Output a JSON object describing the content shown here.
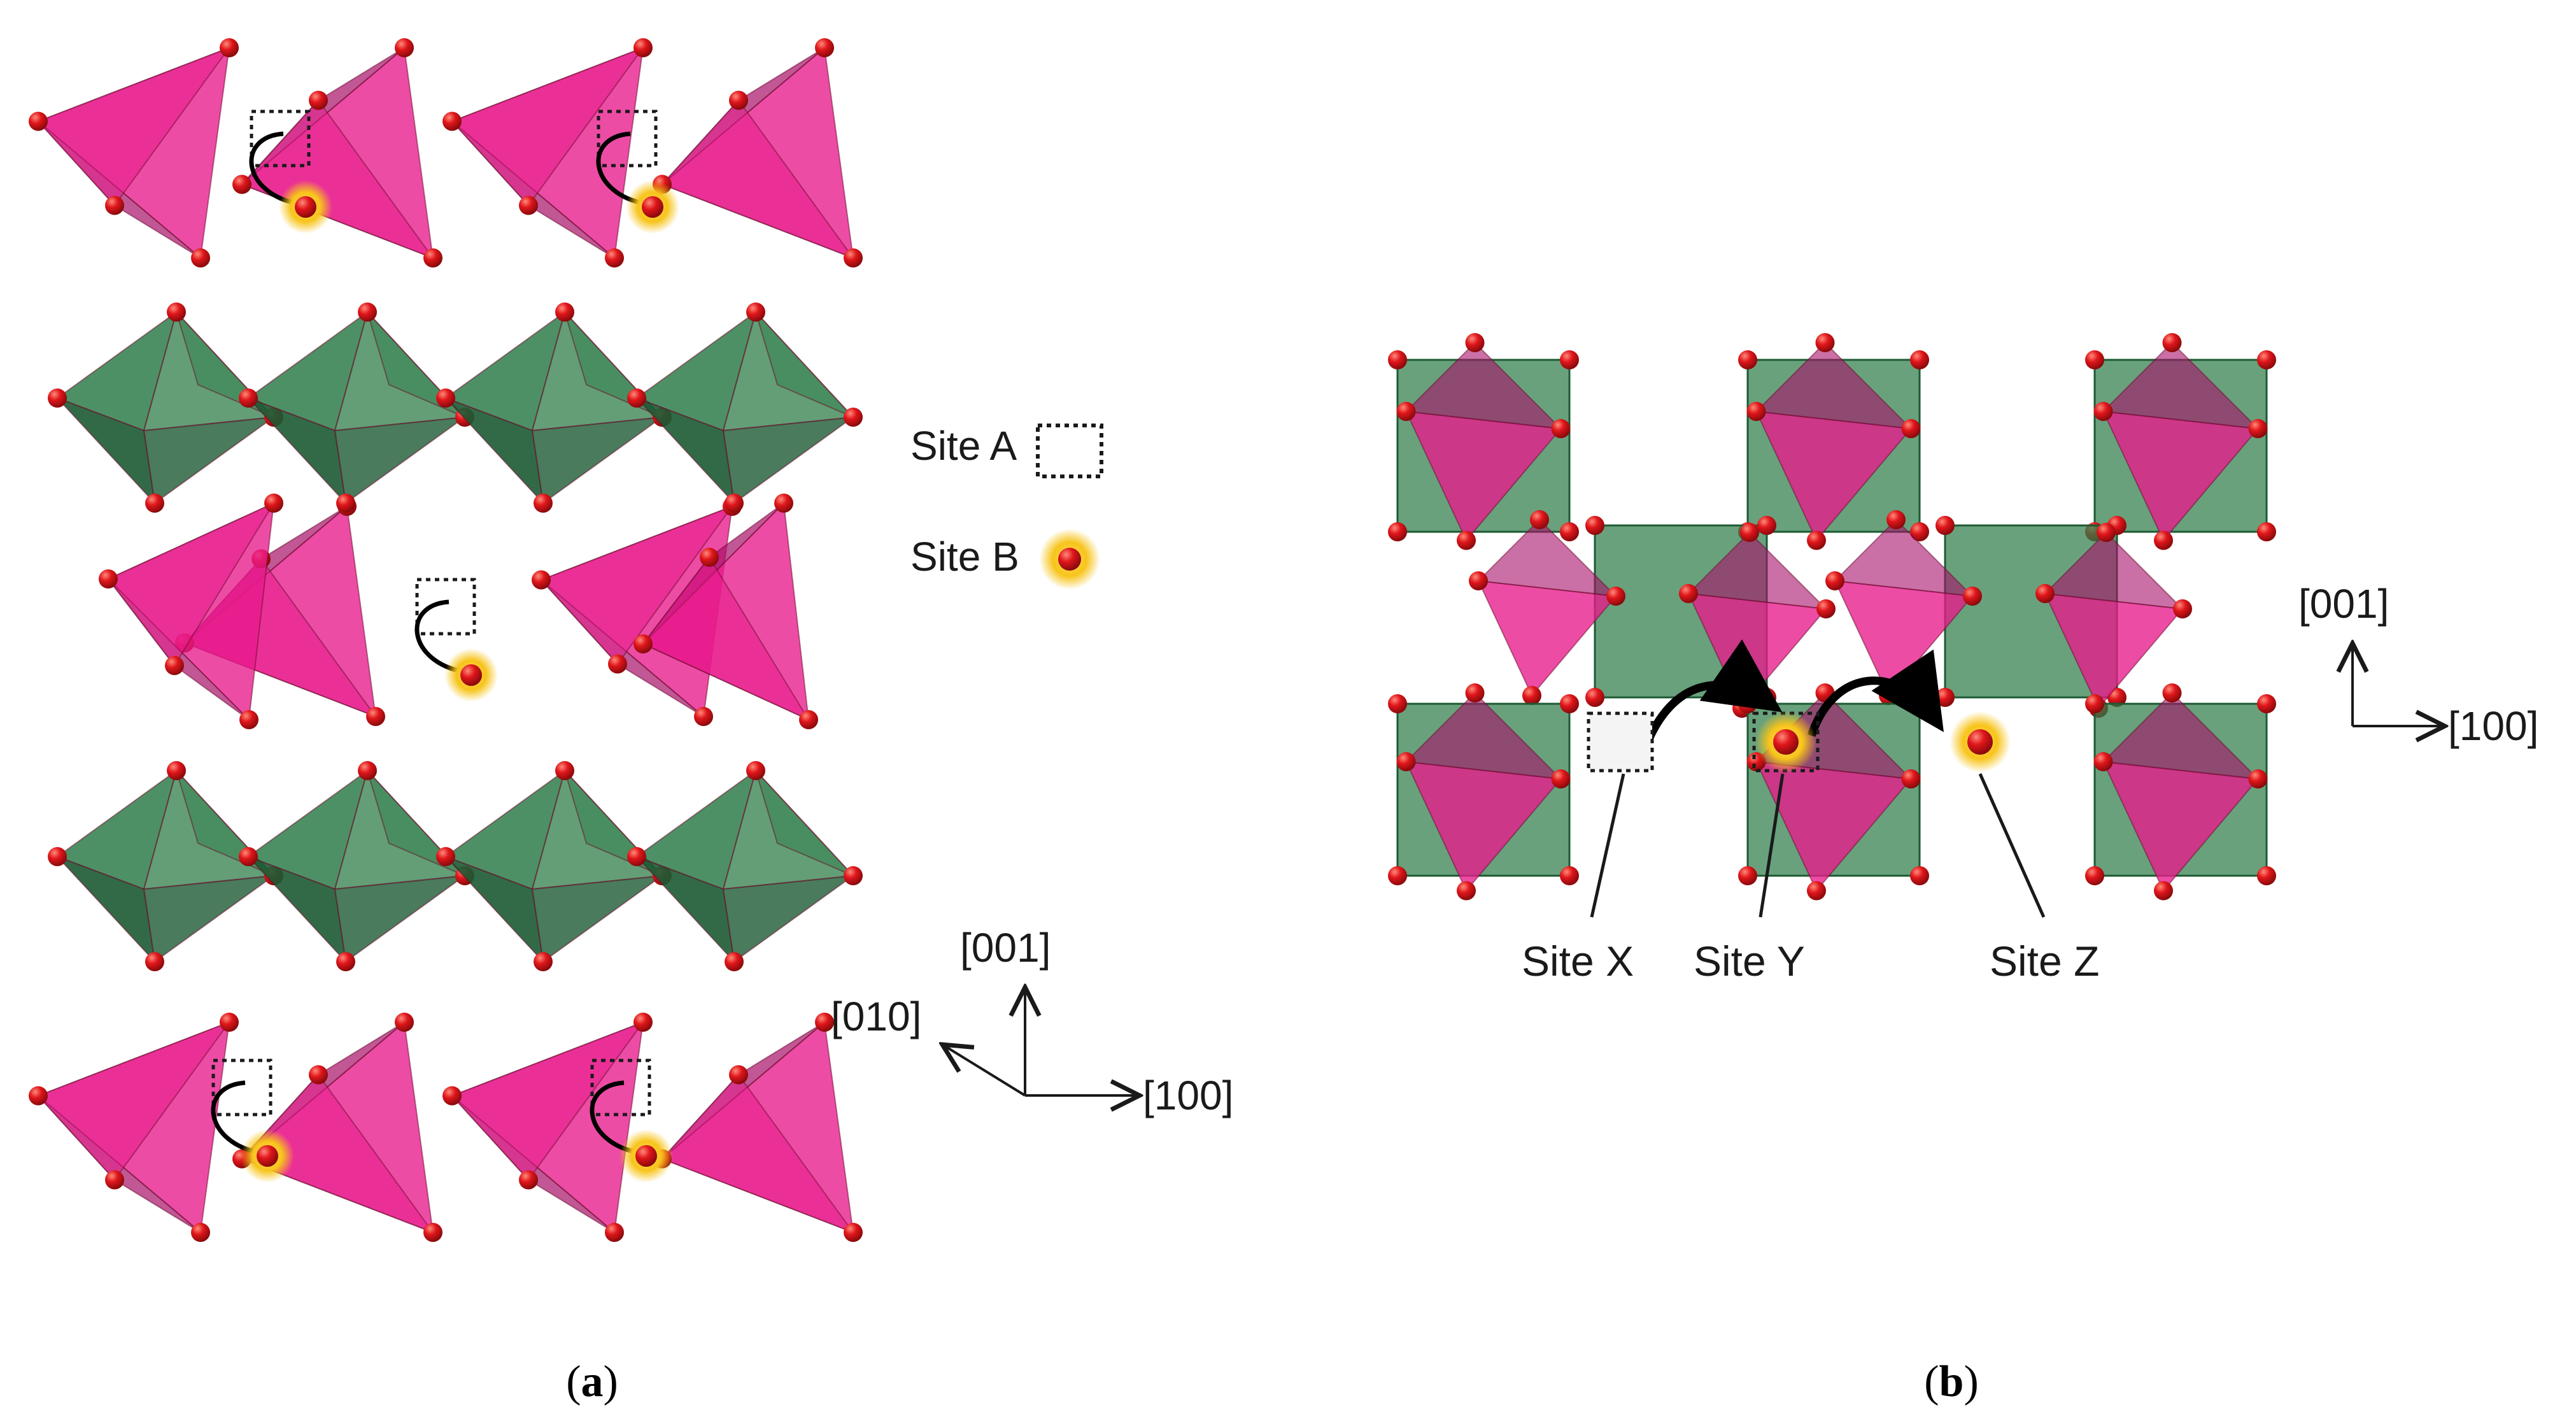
{
  "panel_a": {
    "caption": {
      "open": "(",
      "letter": "a",
      "close": ")"
    },
    "legend": {
      "site_a": "Site A",
      "site_b": "Site B"
    },
    "axes": {
      "up": "[001]",
      "back": "[010]",
      "right": "[100]"
    }
  },
  "panel_b": {
    "caption": {
      "open": "(",
      "letter": "b",
      "close": ")"
    },
    "sites": {
      "x": "Site X",
      "y": "Site Y",
      "z": "Site Z"
    },
    "axes": {
      "up": "[001]",
      "right": "[100]"
    }
  },
  "colors": {
    "tetrahedron": "#e8198c",
    "tetrahedron_dark": "#a8106a",
    "octahedron": "#2f7d4a",
    "octahedron_dark": "#1c5a33",
    "oxygen": "#e0161b",
    "site_glow": "#f7c41a",
    "vacancy_outline": "#1a1a1a"
  }
}
